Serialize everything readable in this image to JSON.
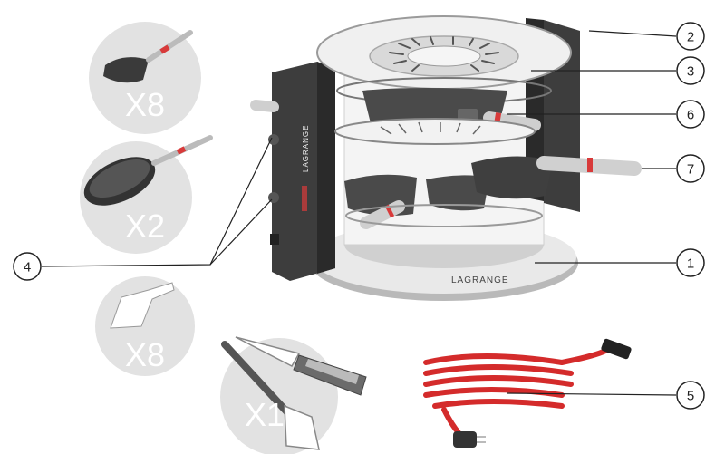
{
  "accessories": [
    {
      "id": "small-pan",
      "qty": "X8"
    },
    {
      "id": "large-pan",
      "qty": "X2"
    },
    {
      "id": "spatula",
      "qty": "X8"
    },
    {
      "id": "cheese-tools",
      "qty": "X1"
    }
  ],
  "callouts": [
    "1",
    "2",
    "3",
    "4",
    "5",
    "6",
    "7"
  ],
  "brand": {
    "base": "LAGRANGE",
    "side": "LAGRANGE"
  },
  "colors": {
    "body": "#3d3d3d",
    "accent": "#d83a3a",
    "bubble": "#e2e2e2",
    "cable": "#d42b2b"
  }
}
